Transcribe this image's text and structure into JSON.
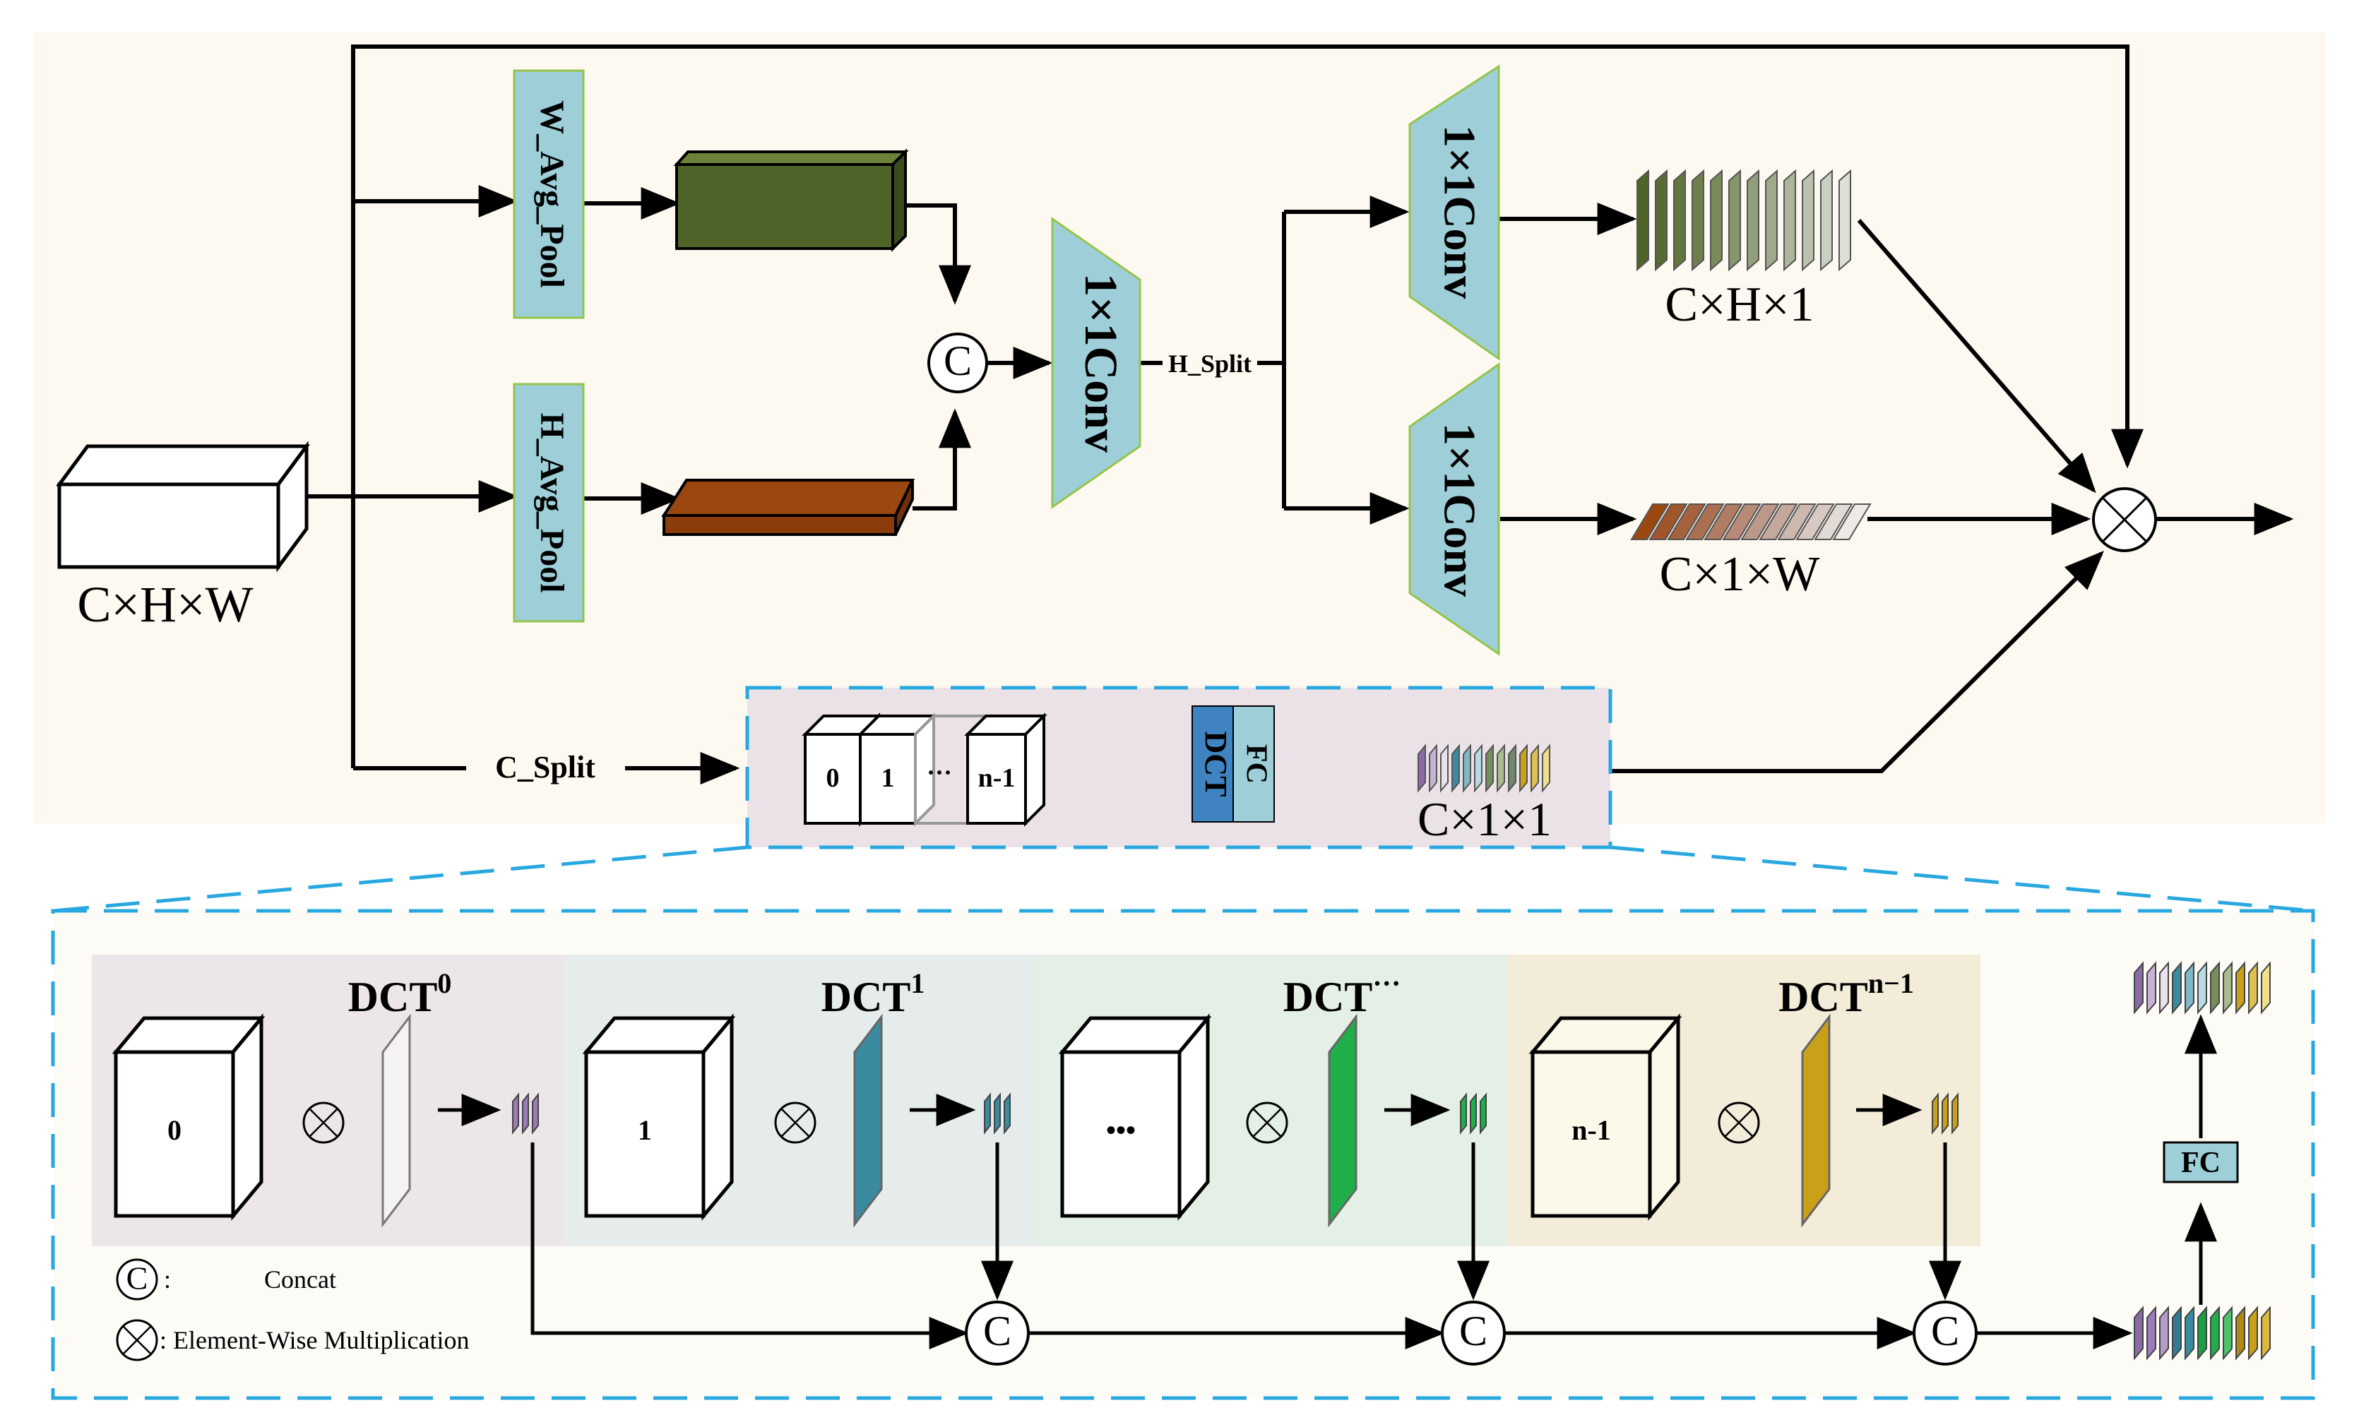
{
  "top": {
    "input_label": "C×H×W",
    "w_pool_label": "W_Avg_Pool",
    "h_pool_label": "H_Avg_Pool",
    "concat_symbol": "C",
    "conv_label": "1×1Conv",
    "h_split_label": "H_Split",
    "conv_top_label": "1×1Conv",
    "conv_bottom_label": "1×1Conv",
    "chx1_label": "C×H×1",
    "c1xw_label": "C×1×W",
    "c_split_label": "C_Split",
    "cube_labels": [
      "0",
      "1",
      "···",
      "n-1"
    ],
    "fc_label": "FC",
    "dct_label": "DCT",
    "c1x1_label": "C×1×1"
  },
  "detail": {
    "panels": [
      {
        "cube_label": "0",
        "dct_base": "DCT",
        "dct_sup": "0",
        "color": "#9b7bb8"
      },
      {
        "cube_label": "1",
        "dct_base": "DCT",
        "dct_sup": "1",
        "color": "#3a8aa0"
      },
      {
        "cube_label": "•••",
        "dct_base": "DCT",
        "dct_sup": "···",
        "color": "#1fae4a"
      },
      {
        "cube_label": "n-1",
        "dct_base": "DCT",
        "dct_sup": "n−1",
        "color": "#c9a018"
      }
    ],
    "concat_symbol": "C",
    "fc_label": "FC",
    "legend": {
      "concat_symbol": "C",
      "concat_sep": ":",
      "concat_text": "Concat",
      "mult_text": ": Element-Wise Multiplication"
    }
  },
  "colors": {
    "teal_box": "#9ecfd8",
    "olive_block": "#4f6428",
    "brown_block": "#9b4710",
    "dashed_border": "#29a8e0",
    "panel_backgrounds": [
      "#ece6e9",
      "#e6ecec",
      "#e4efe6",
      "#f2ecd9"
    ]
  }
}
